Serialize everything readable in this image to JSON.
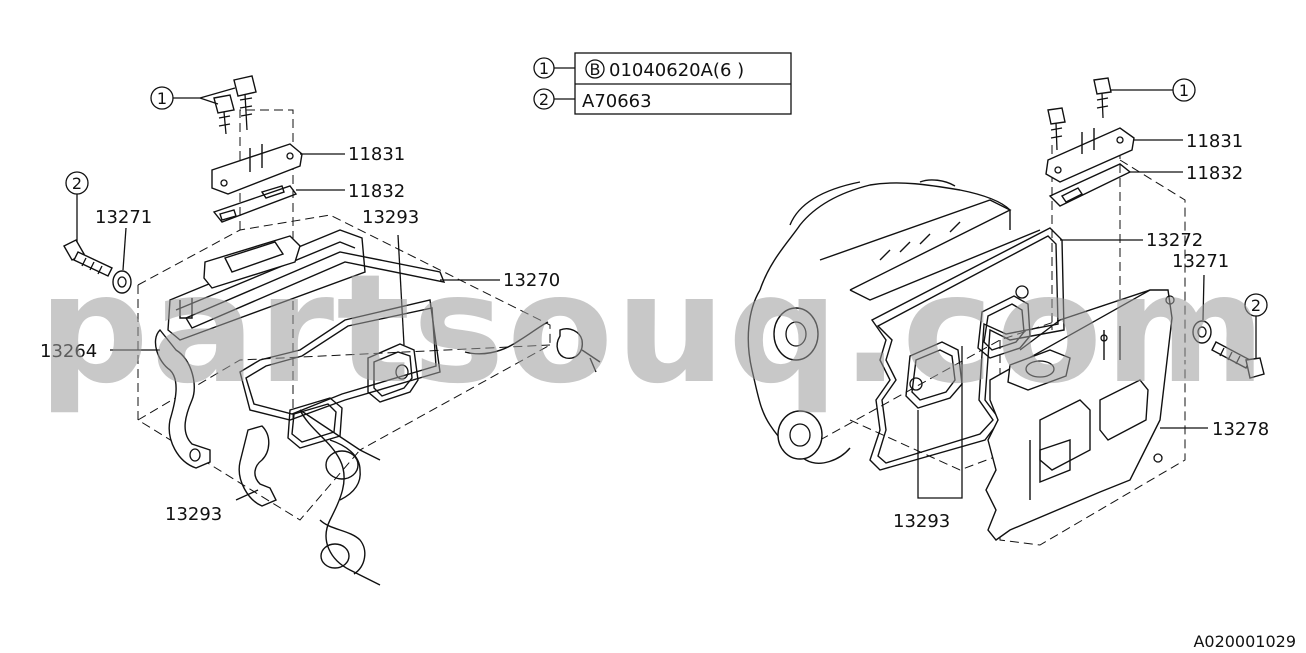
{
  "legend": {
    "rows": [
      {
        "circle": "1",
        "badge": "B",
        "code": "01040620A(6 )"
      },
      {
        "circle": "2",
        "badge": "",
        "code": "A70663"
      }
    ]
  },
  "left_labels": {
    "bolt_ref": "1",
    "washer_ref": "2",
    "p11831": "11831",
    "p11832": "11832",
    "p13271": "13271",
    "p13293_top": "13293",
    "p13270": "13270",
    "p13264": "13264",
    "p13293_bottom": "13293"
  },
  "right_labels": {
    "bolt_ref": "1",
    "washer_ref": "2",
    "p11831": "11831",
    "p11832": "11832",
    "p13272": "13272",
    "p13271": "13271",
    "p13278": "13278",
    "p13293": "13293"
  },
  "watermark": "partsouq.com",
  "diagram_id": "A020001029"
}
